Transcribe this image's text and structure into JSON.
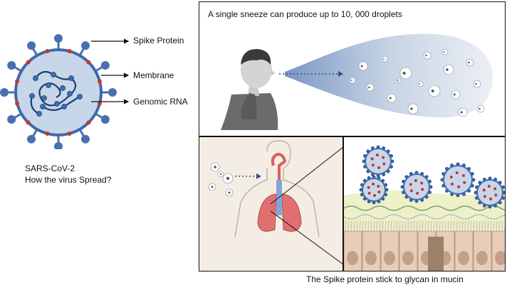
{
  "virus": {
    "labels": {
      "spike": "Spike Protein",
      "membrane": "Membrane",
      "rna": "Genomic RNA"
    },
    "caption_line1": "SARS-CoV-2",
    "caption_line2": "How the virus Spread?"
  },
  "sneeze_panel": {
    "title": "A single sneeze can produce up to 10, 000 droplets"
  },
  "mucin_panel": {
    "caption": "The Spike protein stick to glycan in mucin"
  },
  "colors": {
    "virus_body": "#c8d6ea",
    "virus_outline": "#3f6aa8",
    "spike": "#4a6fb0",
    "membrane_marker": "#c0392b",
    "spray": "#8ea7c8",
    "lungs": "#e07070",
    "mucus": "#eef0c8",
    "tissue": "#e8cdb8",
    "panel_bg": "#f3ede4"
  }
}
